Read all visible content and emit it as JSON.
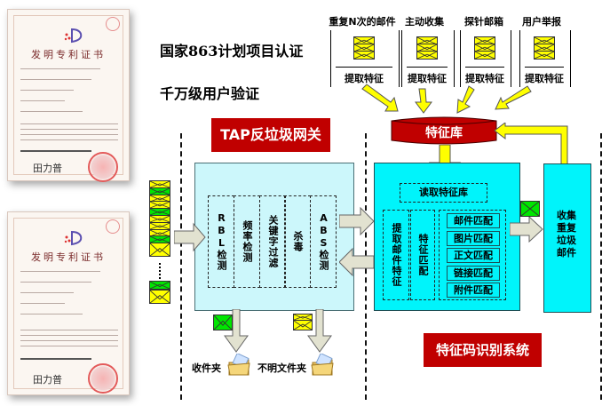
{
  "certificates": [
    {
      "title": "发明专利证书",
      "signature": "田力普"
    },
    {
      "title": "发明专利证书",
      "signature": "田力普"
    }
  ],
  "headlines": [
    "国家863计划项目认证",
    "千万级用户验证"
  ],
  "sources": [
    {
      "label": "重复N次的邮件",
      "action": "提取特征"
    },
    {
      "label": "主动收集",
      "action": "提取特征"
    },
    {
      "label": "探针邮箱",
      "action": "提取特征"
    },
    {
      "label": "用户举报",
      "action": "提取特征"
    }
  ],
  "feature_db": {
    "label": "特征库"
  },
  "gateway": {
    "title": "TAP反垃圾网关",
    "stages": [
      "RBL检测",
      "频率检测",
      "关键字过滤",
      "杀毒",
      "ABS检测"
    ],
    "outputs": [
      {
        "label": "收件夹"
      },
      {
        "label": "不明文件夹"
      }
    ]
  },
  "recognition": {
    "title": "特征码识别系统",
    "read_db": "读取特征库",
    "extract": "提取邮件特征",
    "match": "特征匹配",
    "match_items": [
      "邮件匹配",
      "图片匹配",
      "正文匹配",
      "链接匹配",
      "附件匹配"
    ],
    "collector": "收集重复垃圾邮件"
  },
  "colors": {
    "red": "#c00000",
    "yellow": "#ffff00",
    "green": "#00e600",
    "cyan": "#00f4fb",
    "light_cyan": "#ccf7fb",
    "arrow_gray": "#e2e2d0"
  }
}
